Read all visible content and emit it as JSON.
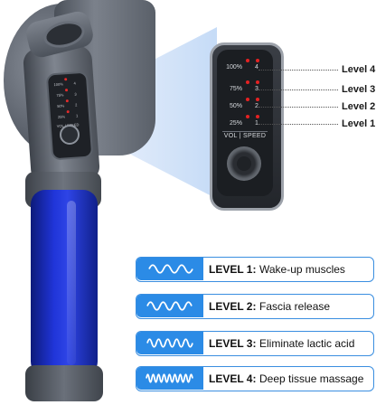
{
  "device": {
    "small_panel": {
      "percents": [
        "100%",
        "75%",
        "50%",
        "25%"
      ],
      "numbers": [
        "4",
        "3",
        "2",
        "1"
      ],
      "vol_speed": "VOL | SPEED"
    }
  },
  "zoom_panel": {
    "percents": [
      "100%",
      "75%",
      "50%",
      "25%"
    ],
    "numbers": [
      "4",
      "3",
      "2",
      "1"
    ],
    "vol_speed": "VOL | SPEED"
  },
  "level_callouts": [
    "Level 4",
    "Level 3",
    "Level 2",
    "Level 1"
  ],
  "legend": [
    {
      "title": "LEVEL 1:",
      "desc": "Wake-up muscles"
    },
    {
      "title": "LEVEL 2:",
      "desc": "Fascia release"
    },
    {
      "title": "LEVEL 3:",
      "desc": "Eliminate lactic acid"
    },
    {
      "title": "LEVEL 4:",
      "desc": "Deep tissue massage"
    }
  ],
  "colors": {
    "accent": "#2b8be6",
    "grip": "#2035d9",
    "led": "#e52222"
  }
}
